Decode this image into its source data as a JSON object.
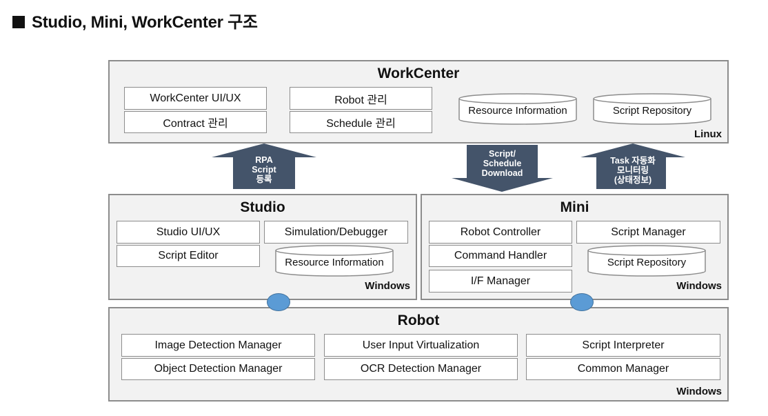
{
  "title": "Studio, Mini, WorkCenter 구조",
  "workcenter": {
    "title": "WorkCenter",
    "os": "Linux",
    "boxes": [
      "WorkCenter UI/UX",
      "Contract 관리",
      "Robot 관리",
      "Schedule 관리"
    ],
    "cylinders": [
      "Resource Information",
      "Script Repository"
    ]
  },
  "arrows": {
    "rpa": "RPA\nScript\n등록",
    "download": "Script/\nSchedule\nDownload",
    "task": "Task 자동화\n모니터링\n(상태정보)"
  },
  "studio": {
    "title": "Studio",
    "os": "Windows",
    "boxes": [
      "Studio UI/UX",
      "Simulation/Debugger",
      "Script Editor"
    ],
    "cylinders": [
      "Resource Information"
    ]
  },
  "mini": {
    "title": "Mini",
    "os": "Windows",
    "boxes": [
      "Robot Controller",
      "Script Manager",
      "Command Handler",
      "I/F Manager"
    ],
    "cylinders": [
      "Script Repository"
    ]
  },
  "robot": {
    "title": "Robot",
    "os": "Windows",
    "boxes": [
      "Image Detection Manager",
      "User Input Virtualization",
      "Script Interpreter",
      "Object Detection Manager",
      "OCR Detection Manager",
      "Common Manager"
    ]
  },
  "colors": {
    "arrow": "#44546a",
    "connector": "#5b9bd5",
    "panel": "#f2f2f2",
    "border": "#8c8c8c"
  }
}
